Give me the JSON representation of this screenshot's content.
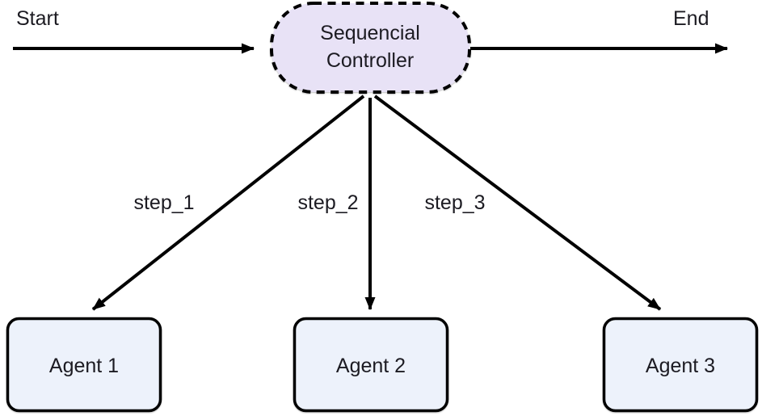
{
  "diagram": {
    "type": "flowchart",
    "labels": {
      "start": "Start",
      "end": "End"
    },
    "controller": {
      "label": "Sequencial Controller",
      "line1": "Sequencial",
      "line2": "Controller",
      "shape": "stadium-dashed"
    },
    "steps": [
      "step_1",
      "step_2",
      "step_3"
    ],
    "agents": [
      "Agent 1",
      "Agent 2",
      "Agent 3"
    ],
    "edges": [
      {
        "from": "Start",
        "to": "Sequencial Controller"
      },
      {
        "from": "Sequencial Controller",
        "to": "End"
      },
      {
        "from": "Sequencial Controller",
        "to": "Agent 1",
        "label": "step_1"
      },
      {
        "from": "Sequencial Controller",
        "to": "Agent 2",
        "label": "step_2"
      },
      {
        "from": "Sequencial Controller",
        "to": "Agent 3",
        "label": "step_3"
      }
    ],
    "colors": {
      "background": "#ffffff",
      "controller_fill": "#e8e2f6",
      "controller_stroke": "#000000",
      "agent_fill": "#edf2fb",
      "agent_stroke": "#000000",
      "edge_stroke": "#000000",
      "text": "#1c1b22"
    }
  }
}
